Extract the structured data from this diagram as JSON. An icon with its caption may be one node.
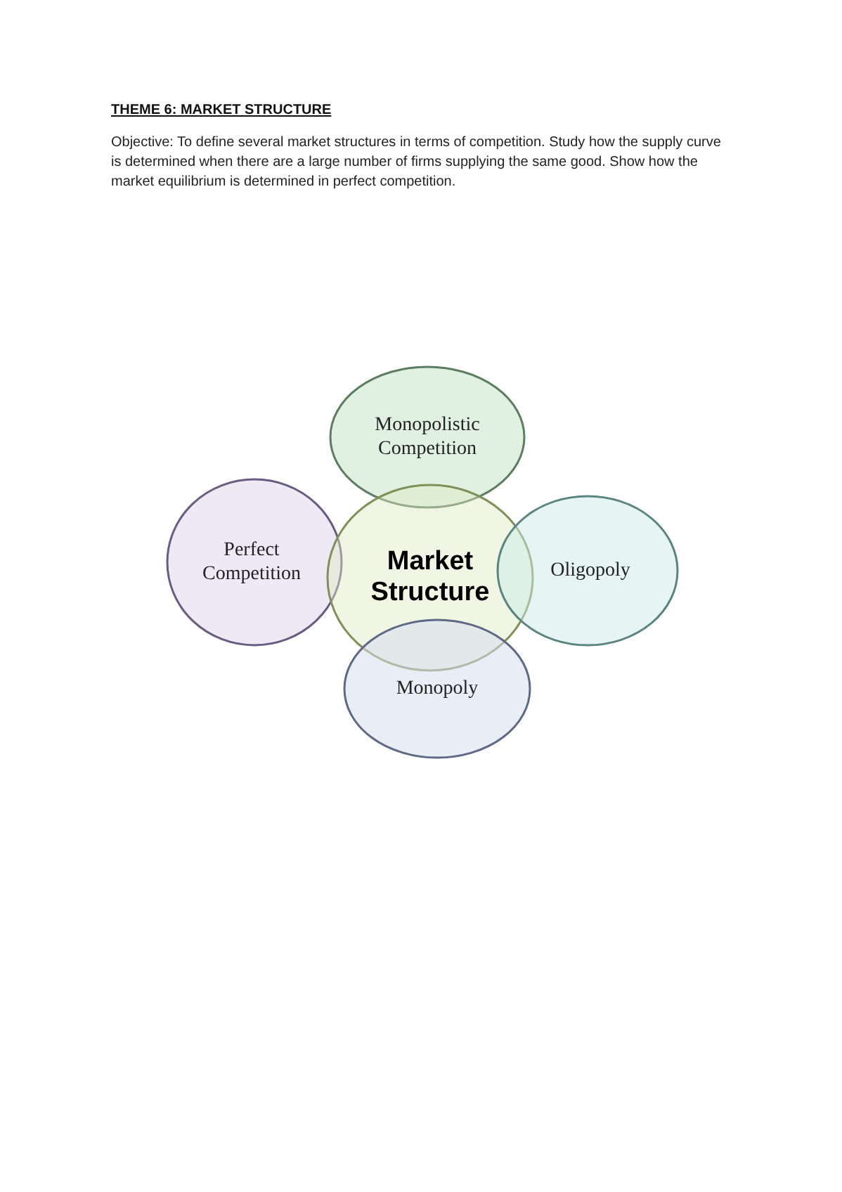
{
  "diagram": {
    "title": "THEME 6: MARKET STRUCTURE",
    "nodes": [
      {
        "text": [
          "Monopolistic Competition"
        ]
      },
      {
        "text": [
          "Perfect Competition"
        ]
      },
      {
        "text": [
          "Market Structure"
        ]
      },
      {
        "text": [
          "Oligopoly"
        ]
      },
      {
        "text": [
          "Monopoly"
        ]
      }
    ],
    "labels": [
      "Objective: To define several market structures in terms of competition. Study how the supply curve is determined when there are a large number of firms supplying the same good. Show how the market equilibrium is determined in perfect competition."
    ]
  }
}
